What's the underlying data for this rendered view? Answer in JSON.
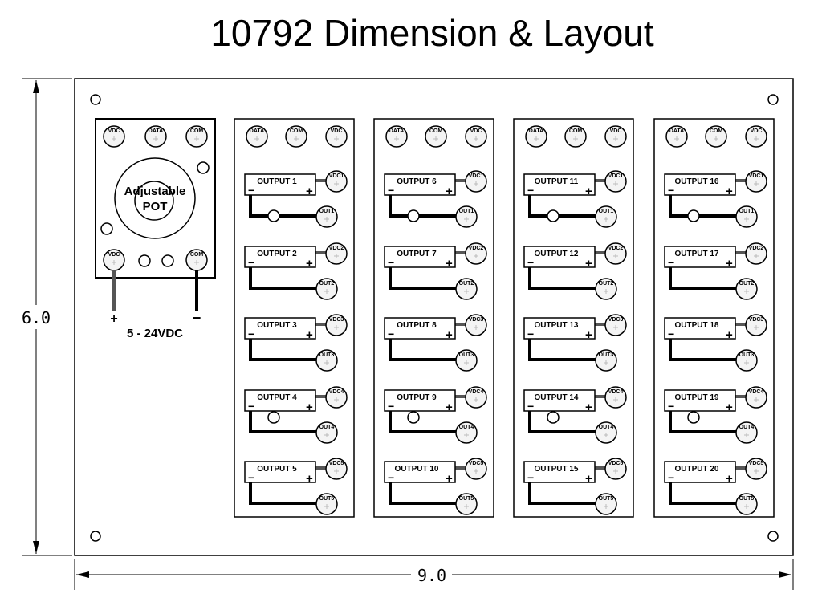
{
  "title": "10792 Dimension & Layout",
  "dimensions": {
    "height_label": "6.0",
    "width_label": "9.0"
  },
  "controller": {
    "top_terminals": [
      "VDC",
      "DATA",
      "COM"
    ],
    "bottom_terminals": [
      "VDC",
      "COM"
    ],
    "pot_label_line1": "Adjustable",
    "pot_label_line2": "POT",
    "plus_label": "+",
    "minus_label": "−",
    "supply_label": "5 - 24VDC"
  },
  "boards": [
    {
      "header_terminals": [
        "DATA",
        "COM",
        "VDC"
      ],
      "outputs": [
        "OUTPUT 1",
        "OUTPUT 2",
        "OUTPUT 3",
        "OUTPUT 4",
        "OUTPUT 5"
      ]
    },
    {
      "header_terminals": [
        "DATA",
        "COM",
        "VDC"
      ],
      "outputs": [
        "OUTPUT 6",
        "OUTPUT 7",
        "OUTPUT 8",
        "OUTPUT 9",
        "OUTPUT 10"
      ]
    },
    {
      "header_terminals": [
        "DATA",
        "COM",
        "VDC"
      ],
      "outputs": [
        "OUTPUT 11",
        "OUTPUT 12",
        "OUTPUT 13",
        "OUTPUT 14",
        "OUTPUT 15"
      ]
    },
    {
      "header_terminals": [
        "DATA",
        "COM",
        "VDC"
      ],
      "outputs": [
        "OUTPUT 16",
        "OUTPUT 17",
        "OUTPUT 18",
        "OUTPUT 19",
        "OUTPUT 20"
      ]
    }
  ],
  "channel_terminals": {
    "vdc": [
      "VDC1",
      "VDC2",
      "VDC3",
      "VDC4",
      "VDC5"
    ],
    "out": [
      "OUT1",
      "OUT2",
      "OUT3",
      "OUT4",
      "OUT5"
    ]
  },
  "polarity": {
    "plus": "+",
    "minus": "−"
  }
}
